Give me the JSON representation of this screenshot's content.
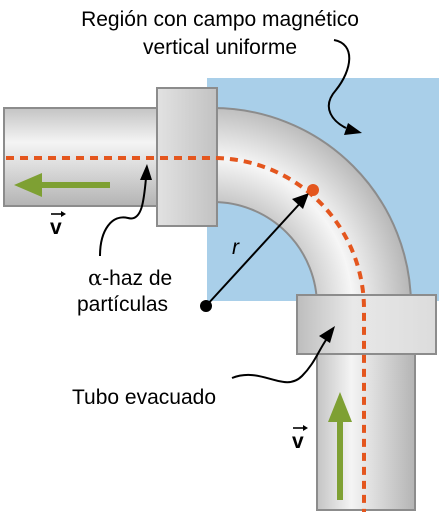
{
  "labels": {
    "region_line1": "Región con campo magnético",
    "region_line2": "vertical uniforme",
    "alpha_symbol": "α",
    "beam_line1": "-haz de",
    "beam_line2": "partículas",
    "radius": "r",
    "tube": "Tubo evacuado",
    "velocity": "v"
  },
  "colors": {
    "field_region": "#a9cfe9",
    "tube_fill": "#dcdcdc",
    "tube_stroke": "#8c8c8c",
    "beam_path": "#e4561e",
    "arrow": "#7ea033",
    "ink": "#000000"
  }
}
